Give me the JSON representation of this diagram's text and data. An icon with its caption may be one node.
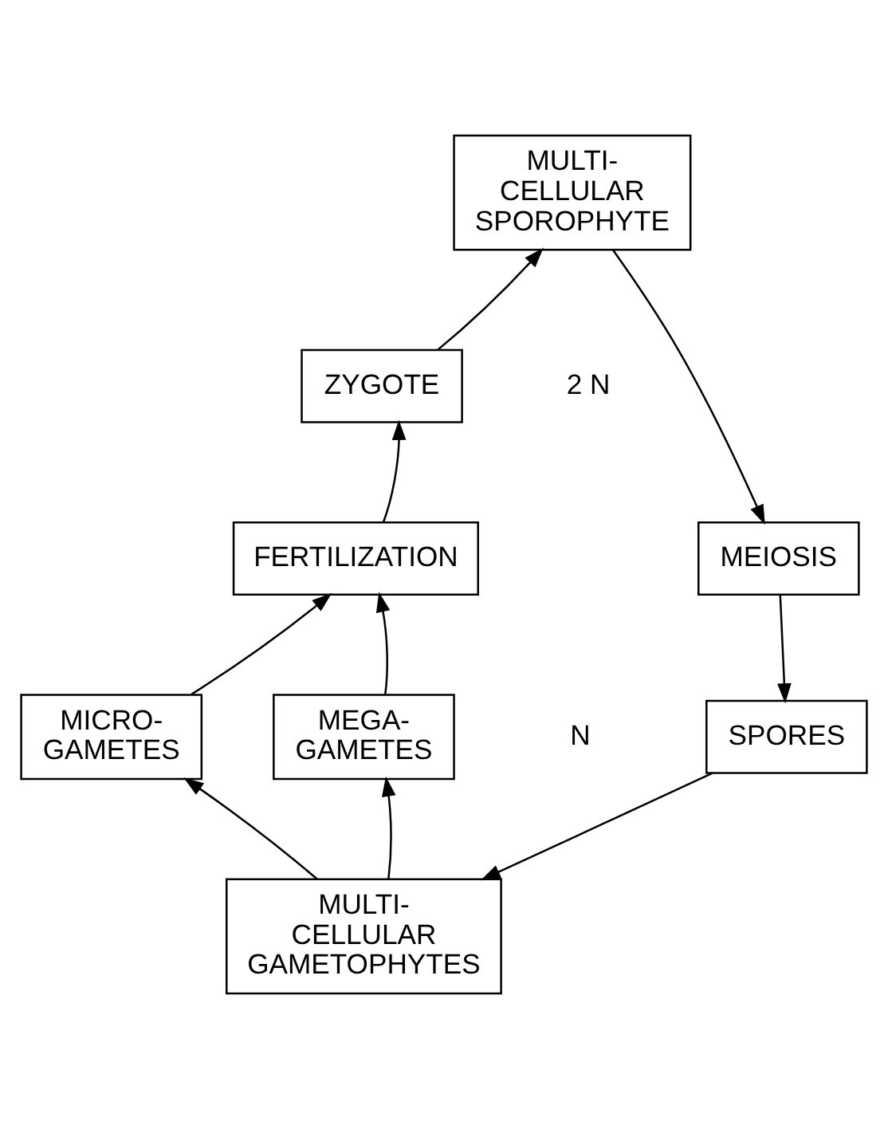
{
  "diagram": {
    "nodes": [
      {
        "text": [
          "MULTI- CELLULAR SPOROPHYTE"
        ]
      },
      {
        "text": [
          "ZYGOTE"
        ]
      },
      {
        "text": [
          "FERTILIZATION"
        ]
      },
      {
        "text": [
          "MEIOSIS"
        ]
      },
      {
        "text": [
          "MICRO- GAMETES"
        ]
      },
      {
        "text": [
          "MEGA- GAMETES"
        ]
      },
      {
        "text": [
          "SPORES"
        ]
      },
      {
        "text": [
          "MULTI- CELLULAR GAMETOPHYTES"
        ]
      }
    ],
    "edges": [
      {
        "from": 0,
        "to": 3,
        "arrow": "to"
      },
      {
        "from": 3,
        "to": 6,
        "arrow": "to"
      },
      {
        "from": 6,
        "to": 7,
        "arrow": "to"
      },
      {
        "from": 7,
        "to": 4,
        "arrow": "to"
      },
      {
        "from": 7,
        "to": 5,
        "arrow": "to"
      },
      {
        "from": 4,
        "to": 2,
        "arrow": "to"
      },
      {
        "from": 5,
        "to": 2,
        "arrow": "to"
      },
      {
        "from": 2,
        "to": 1,
        "arrow": "to"
      },
      {
        "from": 1,
        "to": 0,
        "arrow": "to"
      }
    ],
    "labels": [
      "2 N",
      "N"
    ]
  }
}
